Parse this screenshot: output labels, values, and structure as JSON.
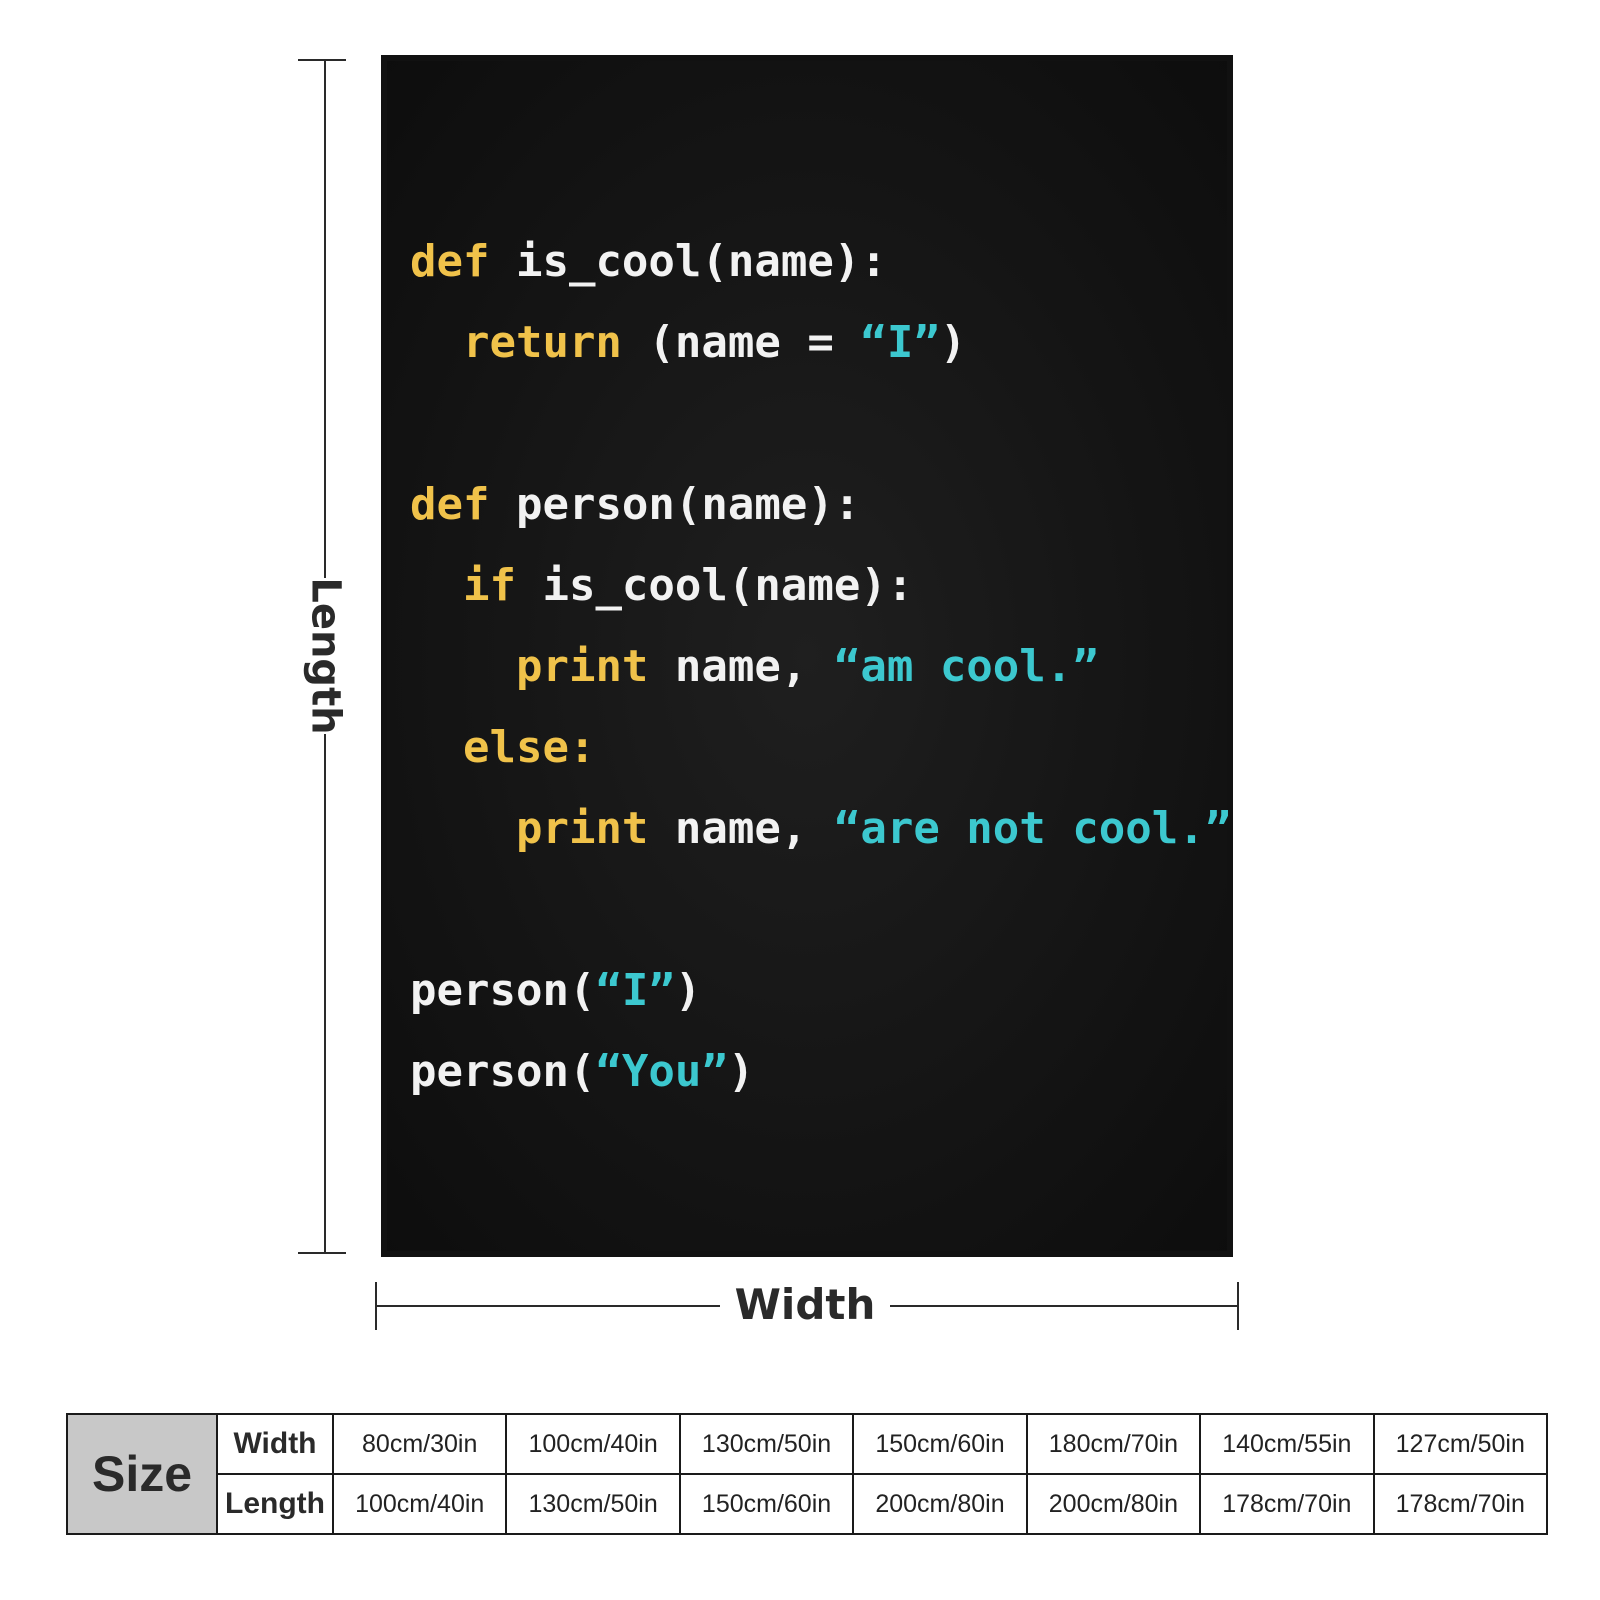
{
  "product": {
    "code_lines": [
      [
        {
          "t": "def",
          "c": "kw"
        },
        {
          "t": " is_cool(name):",
          "c": ""
        }
      ],
      [
        {
          "t": "  ",
          "c": ""
        },
        {
          "t": "return",
          "c": "kw"
        },
        {
          "t": " (name = ",
          "c": ""
        },
        {
          "t": "“I”",
          "c": "str"
        },
        {
          "t": ")",
          "c": ""
        }
      ],
      [],
      [
        {
          "t": "def",
          "c": "kw"
        },
        {
          "t": " person(name):",
          "c": ""
        }
      ],
      [
        {
          "t": "  ",
          "c": ""
        },
        {
          "t": "if",
          "c": "kw"
        },
        {
          "t": " is_cool(name):",
          "c": ""
        }
      ],
      [
        {
          "t": "    ",
          "c": ""
        },
        {
          "t": "print",
          "c": "kw"
        },
        {
          "t": " name, ",
          "c": ""
        },
        {
          "t": "“am cool.”",
          "c": "str"
        }
      ],
      [
        {
          "t": "  ",
          "c": ""
        },
        {
          "t": "else:",
          "c": "kw"
        }
      ],
      [
        {
          "t": "    ",
          "c": ""
        },
        {
          "t": "print",
          "c": "kw"
        },
        {
          "t": " name, ",
          "c": ""
        },
        {
          "t": "“are not cool.”",
          "c": "str"
        }
      ],
      [],
      [
        {
          "t": "person(",
          "c": ""
        },
        {
          "t": "“I”",
          "c": "str"
        },
        {
          "t": ")",
          "c": ""
        }
      ],
      [
        {
          "t": "person(",
          "c": ""
        },
        {
          "t": "“You”",
          "c": "str"
        },
        {
          "t": ")",
          "c": ""
        }
      ]
    ],
    "colors": {
      "keyword": "#f0c24a",
      "string": "#3cc8cf",
      "text": "#f2f2f2",
      "background": "#141414"
    }
  },
  "dimensions": {
    "length_label": "Length",
    "width_label": "Width"
  },
  "size_table": {
    "title": "Size",
    "width_label": "Width",
    "length_label": "Length",
    "widths": [
      "80cm/30in",
      "100cm/40in",
      "130cm/50in",
      "150cm/60in",
      "180cm/70in",
      "140cm/55in",
      "127cm/50in"
    ],
    "lengths": [
      "100cm/40in",
      "130cm/50in",
      "150cm/60in",
      "200cm/80in",
      "200cm/80in",
      "178cm/70in",
      "178cm/70in"
    ]
  }
}
